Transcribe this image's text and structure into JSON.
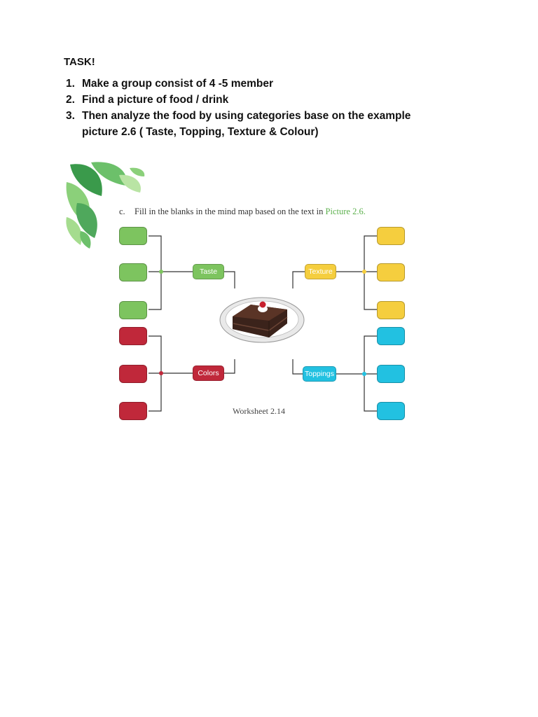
{
  "task": {
    "title": "TASK!",
    "items": [
      {
        "num": "1.",
        "text": "Make a group consist of 4 -5 member"
      },
      {
        "num": "2.",
        "text": "Find a picture of food / drink"
      },
      {
        "num": "3.",
        "text": "Then analyze the food by using categories base on the example picture 2.6 ( Taste, Topping, Texture & Colour)"
      }
    ]
  },
  "worksheet": {
    "instruction_letter": "c.",
    "instruction_text": "Fill in the blanks in the mind map based on the text in ",
    "instruction_ref": "Picture 2.6.",
    "categories": {
      "taste": "Taste",
      "texture": "Texture",
      "colors": "Colors",
      "toppings": "Toppings"
    },
    "caption": "Worksheet 2.14",
    "colors": {
      "taste": "#7dc45f",
      "colors": "#c0283a",
      "texture": "#f5ce3e",
      "toppings": "#22c1e1"
    }
  }
}
